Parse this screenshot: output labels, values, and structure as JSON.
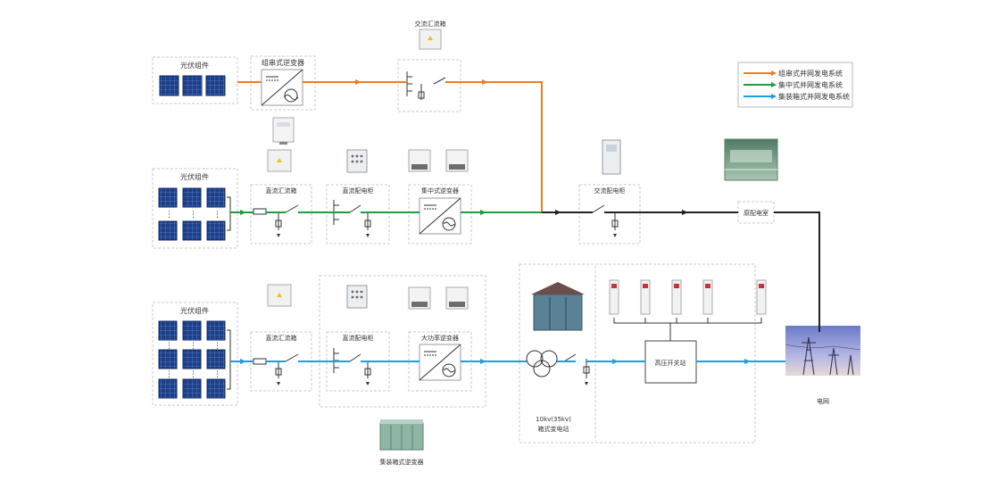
{
  "labels": {
    "pv_array_1": "光伏组件",
    "pv_array_2": "光伏组件",
    "pv_array_3": "光伏组件",
    "string_inverter": "组串式逆变器",
    "ac_combiner_box": "交流汇流箱",
    "dc_combiner_box_1": "直流汇流箱",
    "dc_distribution_cabinet_1": "直流配电柜",
    "central_inverter": "集中式逆变器",
    "ac_distribution_cabinet": "交流配电柜",
    "switchgear_room": "原配电室",
    "dc_combiner_box_2": "直流汇流箱",
    "dc_distribution_cabinet_2": "直流配电柜",
    "high_power_inverter": "大功率逆变器",
    "container_inverter": "集装箱式逆变器",
    "box_substation_line1": "10kv(35kv)",
    "box_substation_line2": "箱式变电站",
    "hv_switch_station": "高压开关站",
    "grid": "电网"
  },
  "legend": [
    {
      "label": "组串式并网发电系统",
      "color": "#ee7d22"
    },
    {
      "label": "集中式并网发电系统",
      "color": "#1e9e3e"
    },
    {
      "label": "集装箱式并网发电系统",
      "color": "#1a9fe0"
    }
  ],
  "colors": {
    "string_line": "#ee7d22",
    "central_line": "#1e9e3e",
    "container_line": "#1a9fe0",
    "output_line": "#222222"
  }
}
